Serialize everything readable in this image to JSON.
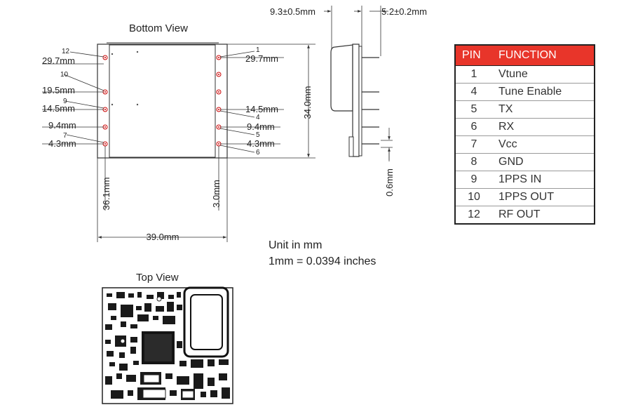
{
  "bottom_view": {
    "title": "Bottom View",
    "left_pins": [
      {
        "pin": "12",
        "dim": "29.7mm"
      },
      {
        "pin": "10",
        "dim": "19.5mm"
      },
      {
        "pin": "9",
        "dim": "14.5mm"
      },
      {
        "pin": "7",
        "dim": "9.4mm"
      },
      {
        "pin": "",
        "dim": "4.3mm"
      }
    ],
    "right_pins": [
      {
        "pin": "1",
        "dim": "29.7mm"
      },
      {
        "pin": "4",
        "dim": "14.5mm"
      },
      {
        "pin": "5",
        "dim": "9.4mm"
      },
      {
        "pin": "6",
        "dim": "4.3mm"
      }
    ],
    "height_dim": "34.0mm",
    "left_vertical_dim": "36.1mm",
    "right_vertical_dim": "3.0mm",
    "width_dim": "39.0mm"
  },
  "side_view": {
    "top_left_dim": "9.3±0.5mm",
    "top_right_dim": "5.2±0.2mm",
    "bottom_dim": "0.6mm"
  },
  "units": {
    "line1": "Unit in mm",
    "line2": "1mm = 0.0394 inches"
  },
  "top_view": {
    "title": "Top View"
  },
  "pin_table": {
    "headers": [
      "PIN",
      "FUNCTION"
    ],
    "rows": [
      {
        "pin": "1",
        "function": "Vtune"
      },
      {
        "pin": "4",
        "function": "Tune Enable"
      },
      {
        "pin": "5",
        "function": "TX"
      },
      {
        "pin": "6",
        "function": "RX"
      },
      {
        "pin": "7",
        "function": "Vcc"
      },
      {
        "pin": "8",
        "function": "GND"
      },
      {
        "pin": "9",
        "function": "1PPS IN"
      },
      {
        "pin": "10",
        "function": "1PPS OUT"
      },
      {
        "pin": "12",
        "function": "RF OUT"
      }
    ]
  },
  "colors": {
    "table_header": "#e8352a",
    "pin_marker": "#cc0000",
    "outline": "#333333"
  }
}
